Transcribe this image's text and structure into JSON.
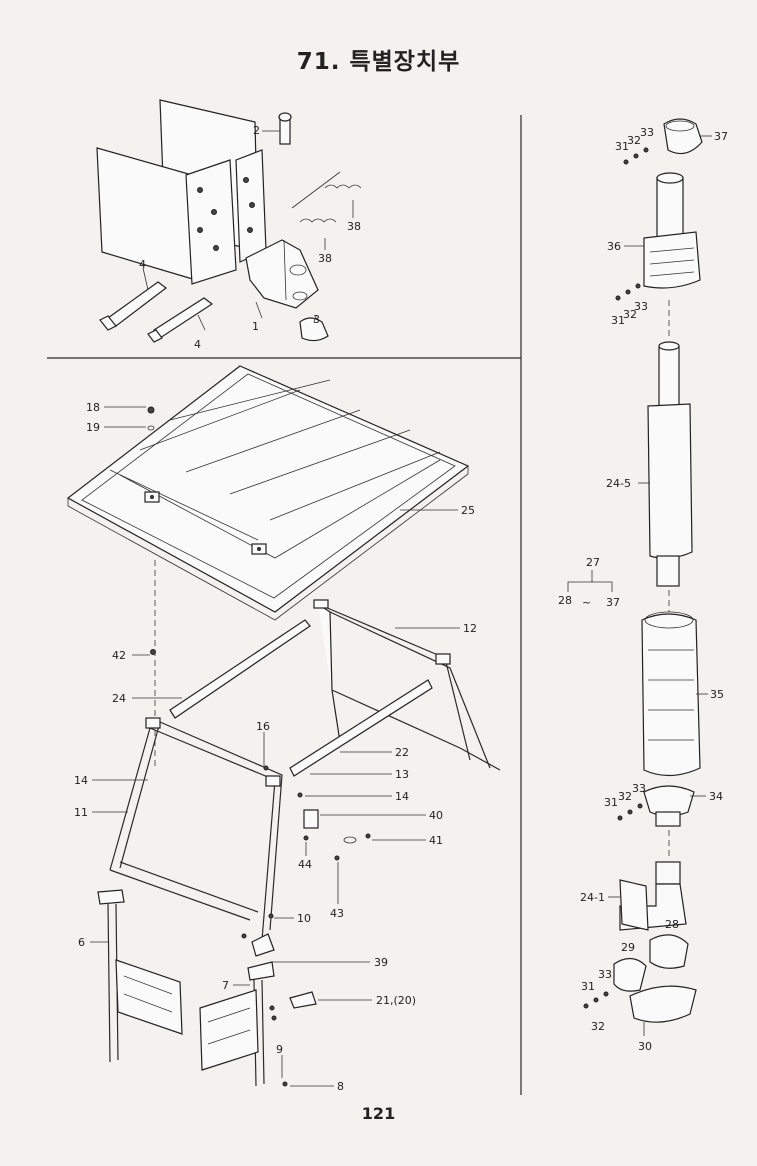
{
  "header": {
    "title": "71. 특별장치부"
  },
  "footer": {
    "page_number": "121"
  },
  "callouts": {
    "p1": "1",
    "p2": "2",
    "p3": "3",
    "p4a": "4",
    "p4b": "4",
    "p38a": "38",
    "p38b": "38",
    "p18": "18",
    "p19": "19",
    "p25": "25",
    "p12": "12",
    "p42": "42",
    "p24": "24",
    "p16": "16",
    "p22": "22",
    "p13": "13",
    "p14a": "14",
    "p14b": "14",
    "p11": "11",
    "p40": "40",
    "p41": "41",
    "p44": "44",
    "p43": "43",
    "p10": "10",
    "p6": "6",
    "p39": "39",
    "p7": "7",
    "p21": "21,(20)",
    "p9": "9",
    "p8": "8",
    "p37a": "37",
    "p31a": "31",
    "p32a": "32",
    "p33a": "33",
    "p36": "36",
    "p33b": "33",
    "p31b": "31",
    "p32b": "32",
    "p24_5": "24-5",
    "p27": "27",
    "p28a": "28",
    "p37b": "37",
    "p35": "35",
    "p34": "34",
    "p31c": "31",
    "p32c": "32",
    "p33c": "33",
    "p24_1": "24-1",
    "p28b": "28",
    "p29": "29",
    "p31d": "31",
    "p33d": "33",
    "p32d": "32",
    "p30": "30"
  },
  "range_mark": "~"
}
